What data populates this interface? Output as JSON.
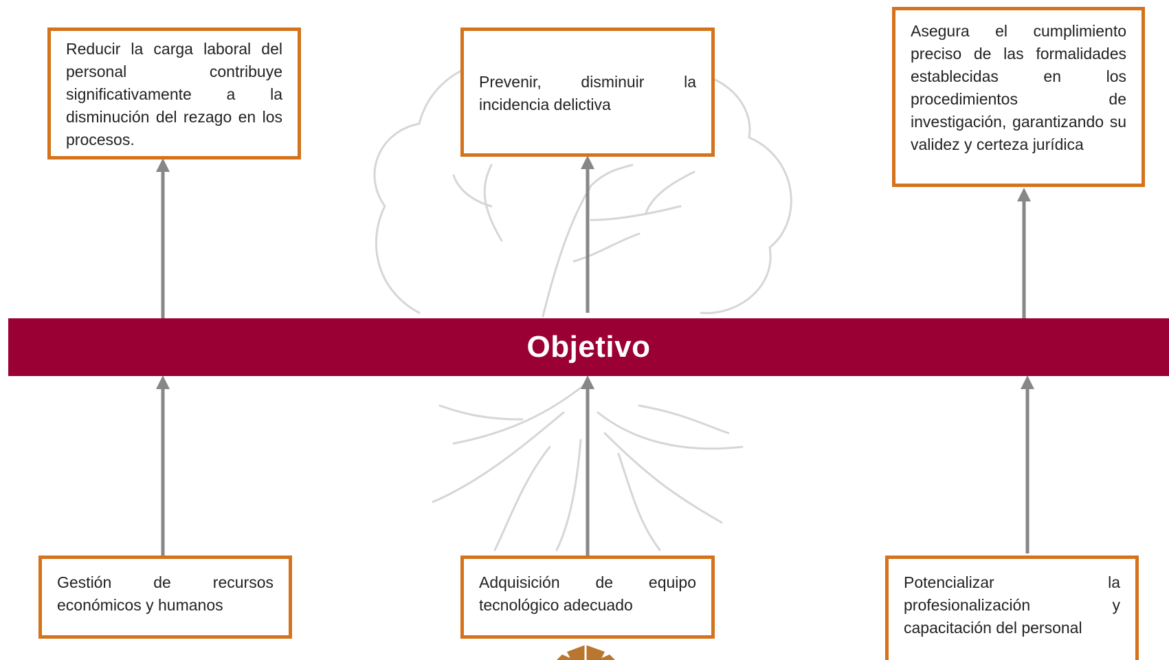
{
  "objective": {
    "title": "Objetivo"
  },
  "effects": [
    {
      "text": "Reducir la carga laboral del personal contribuye significativamente a la disminución del rezago en los procesos."
    },
    {
      "text": "Prevenir, disminuir la incidencia delictiva"
    },
    {
      "text": "Asegura el cumplimiento preciso de las formalidades establecidas en los procedimientos de investigación, garantizando su validez y certeza jurídica"
    }
  ],
  "means": [
    {
      "text": "Gestión de recursos económicos y humanos"
    },
    {
      "text": "Adquisición de equipo tecnológico adecuado"
    },
    {
      "text": "Potencializar la profesionalización y capacitación del personal"
    }
  ],
  "colors": {
    "box_border": "#d4731b",
    "band": "#9a0034",
    "arrow": "#878787",
    "watermark": "#d6d6d6",
    "emblem": "#b8762e"
  },
  "decorations": [
    "tree-watermark",
    "emblem"
  ]
}
